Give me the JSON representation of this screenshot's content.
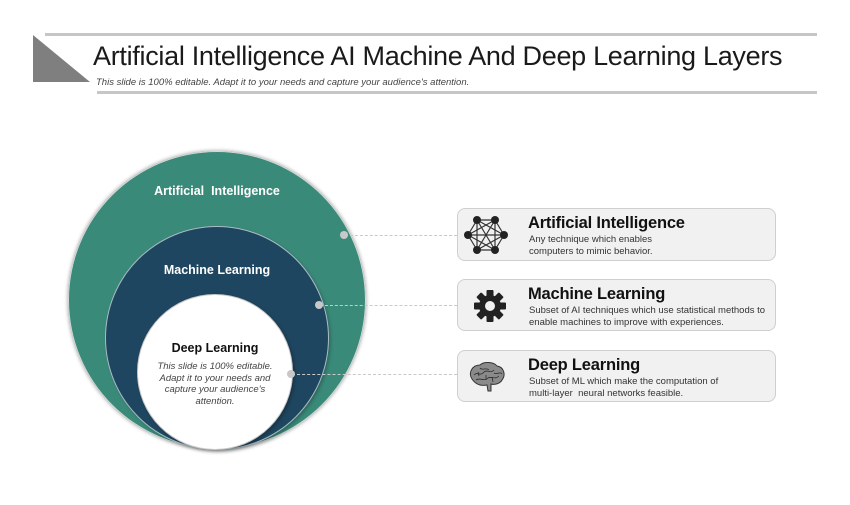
{
  "header": {
    "title": "Artificial Intelligence AI Machine And Deep Learning Layers",
    "subtitle": "This slide is 100% editable. Adapt it to your needs and capture your audience's attention."
  },
  "diagram": {
    "rings": [
      {
        "label": "Artificial  Intelligence",
        "color": "#3a8a7a"
      },
      {
        "label": "Machine Learning",
        "color": "#1f4660"
      },
      {
        "label": "Deep Learning",
        "color": "#ffffff",
        "text": "This slide is 100% editable. Adapt it to your needs and capture your audience's attention."
      }
    ]
  },
  "cards": [
    {
      "icon": "neural-network-icon",
      "title": "Artificial Intelligence",
      "description": "Any technique which enables computers to mimic behavior."
    },
    {
      "icon": "gear-icon",
      "title": "Machine Learning",
      "description": "Subset of AI techniques which use statistical methods to enable machines to improve with experiences."
    },
    {
      "icon": "brain-icon",
      "title": "Deep Learning",
      "description": "Subset of ML which make the computation of multi-layer  neural networks feasible."
    }
  ],
  "colors": {
    "teal": "#3a8a7a",
    "navy": "#1f4660",
    "card_bg": "#f1f1f1",
    "rule": "#c6c6c6"
  }
}
